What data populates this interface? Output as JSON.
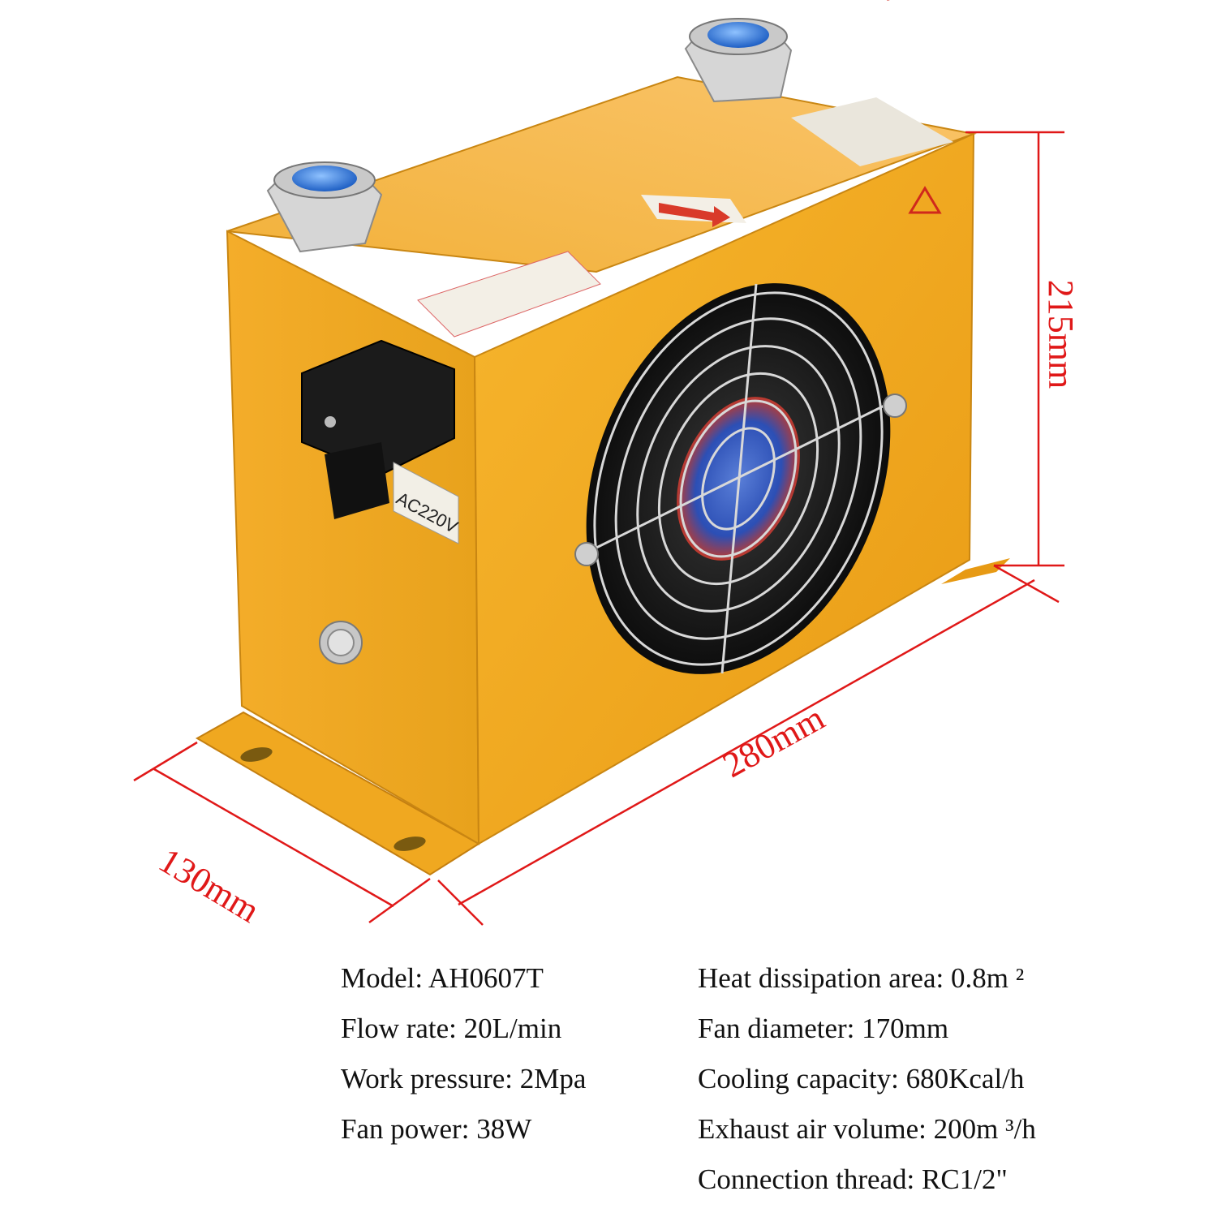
{
  "dimensions": {
    "height": "215mm",
    "length": "280mm",
    "depth": "130mm"
  },
  "product": {
    "voltage_label": "AC220V"
  },
  "specs_left": [
    "Model: AH0607T",
    "Flow rate: 20L/min",
    "Work pressure: 2Mpa",
    "Fan power: 38W"
  ],
  "specs_right": [
    "Heat dissipation area: 0.8m ²",
    "Fan diameter: 170mm",
    "Cooling capacity: 680Kcal/h",
    "Exhaust air volume: 200m ³/h",
    "Connection thread: RC1/2\""
  ],
  "colors": {
    "body": "#f0a820",
    "dimension_lines": "#e01818"
  }
}
